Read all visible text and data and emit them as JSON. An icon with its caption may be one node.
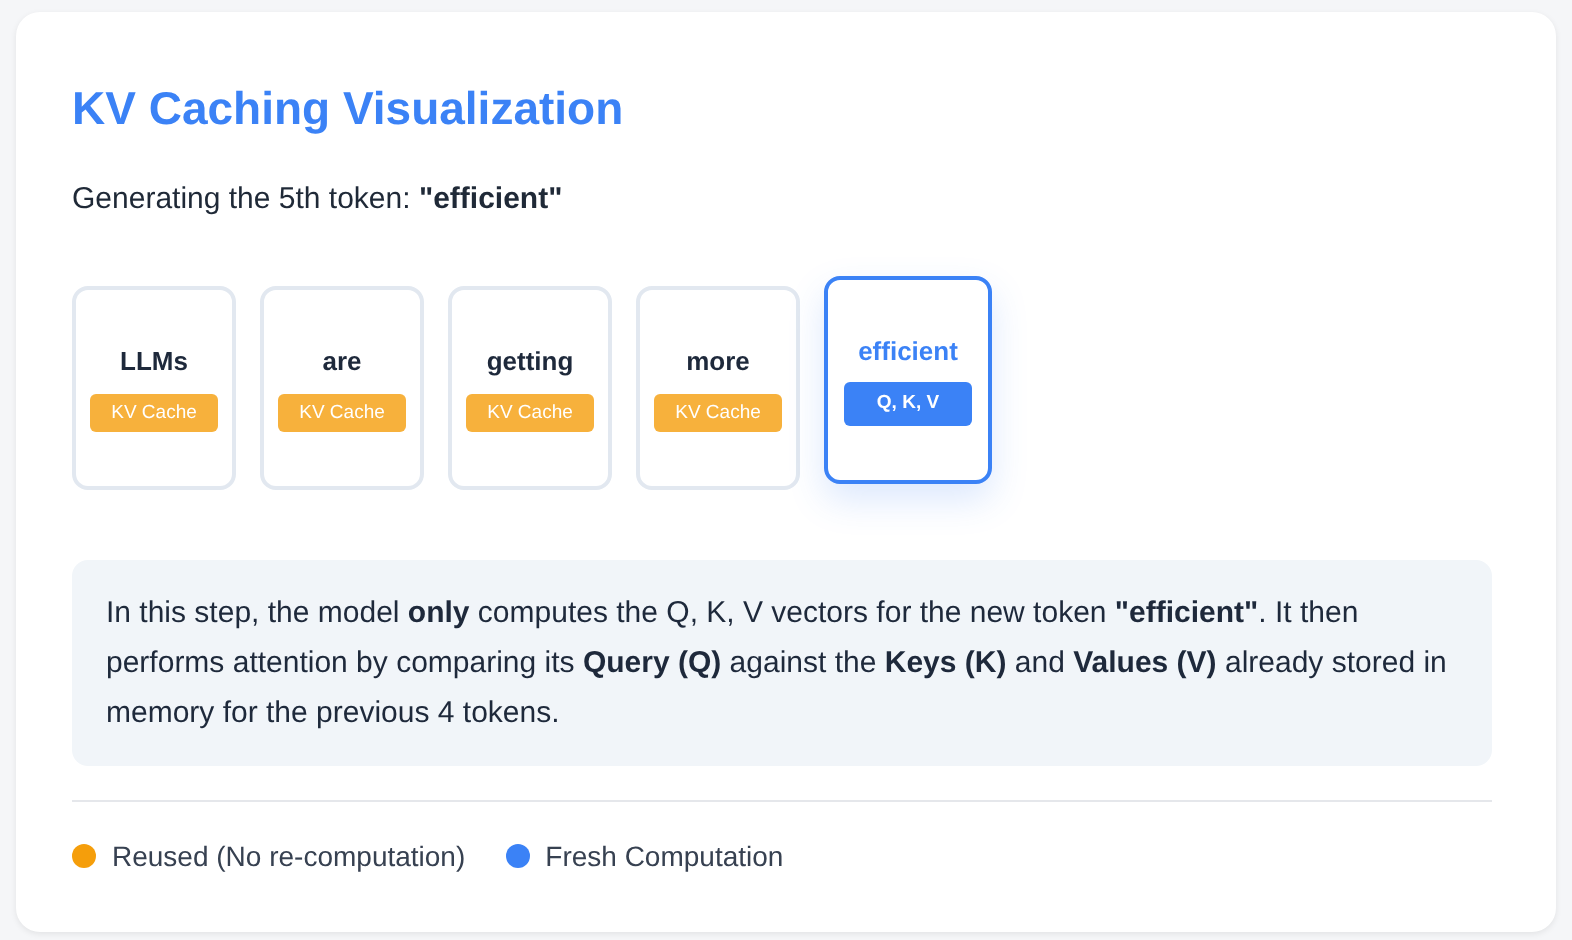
{
  "diagram": {
    "title": "KV Caching Visualization",
    "labels": [
      "Generating the 5th token: **\"efficient\"**"
    ],
    "nodes": [
      {
        "text": [
          "LLMs"
        ]
      },
      {
        "text": [
          "KV Cache"
        ],
        "in": 0
      },
      {
        "text": [
          "are"
        ]
      },
      {
        "text": [
          "KV Cache"
        ],
        "in": 2
      },
      {
        "text": [
          "getting"
        ]
      },
      {
        "text": [
          "KV Cache"
        ],
        "in": 4
      },
      {
        "text": [
          "more"
        ]
      },
      {
        "text": [
          "KV Cache"
        ],
        "in": 6
      },
      {
        "text": [
          "efficient"
        ]
      },
      {
        "text": [
          "Q, K, V"
        ],
        "in": 8
      },
      {
        "text": [
          "In this step, the model **only** computes the Q, K, V vectors for the new token **\"efficient\"**. It then performs attention by comparing its **Query (Q)** against the **Keys (K)** and **Values (V)** already stored in memory for the previous 4 tokens."
        ]
      }
    ],
    "legend": [
      {
        "text": "Reused (No re-computation)",
        "color": "#f59e0b"
      },
      {
        "text": "Fresh Computation",
        "color": "#3b82f6"
      }
    ]
  }
}
